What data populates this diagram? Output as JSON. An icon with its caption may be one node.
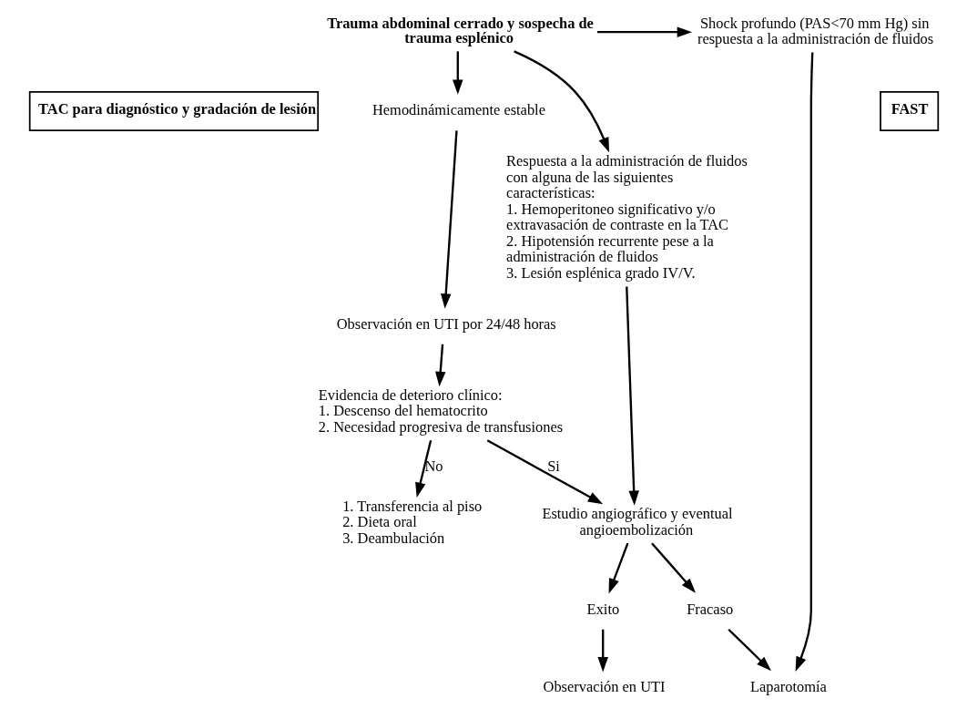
{
  "diagram": {
    "nodes": [
      {
        "text": [
          "Trauma abdominal cerrado y sospecha de trauma esplénico"
        ]
      },
      {
        "text": [
          "Shock profundo (PAS<70 mm Hg) sin respuesta a la administración de fluidos"
        ]
      },
      {
        "text": [
          "TAC para diagnóstico y gradación de lesión"
        ]
      },
      {
        "text": [
          "FAST"
        ]
      },
      {
        "text": [
          "Hemodinámicamente estable"
        ]
      },
      {
        "text": [
          "Respuesta a la administración de fluidos con alguna de las siguientes características:",
          "1. Hemoperitoneo significativo y/o extravasación de contraste en la TAC",
          "2. Hipotensión recurrente pese a la administración de fluidos",
          "3. Lesión esplénica grado IV/V."
        ]
      },
      {
        "text": [
          "Observación en UTI por 24/48 horas"
        ]
      },
      {
        "text": [
          "Evidencia de deterioro clínico:",
          "1. Descenso del hematocrito",
          "2. Necesidad progresiva de transfusiones"
        ]
      },
      {
        "text": [
          "Estudio angiográfico y eventual angioembolización"
        ]
      },
      {
        "text": [
          "1. Transferencia al piso",
          "2. Dieta oral",
          "3. Deambulación"
        ]
      },
      {
        "text": [
          "Exito"
        ]
      },
      {
        "text": [
          "Fracaso"
        ]
      },
      {
        "text": [
          "Observación en UTI"
        ]
      },
      {
        "text": [
          "Laparotomía"
        ]
      }
    ],
    "edges": [
      {
        "from": 0,
        "to": 1,
        "arrow": "to"
      },
      {
        "from": 0,
        "to": 4,
        "arrow": "to"
      },
      {
        "from": 0,
        "to": 5,
        "arrow": "to"
      },
      {
        "from": 4,
        "to": 6,
        "arrow": "to"
      },
      {
        "from": 6,
        "to": 7,
        "arrow": "to"
      },
      {
        "from": 5,
        "to": 8,
        "arrow": "to"
      },
      {
        "from": 7,
        "to": 8,
        "arrow": "to",
        "label": "Si"
      },
      {
        "from": 7,
        "to": 9,
        "arrow": "to",
        "label": "No"
      },
      {
        "from": 8,
        "to": 10,
        "arrow": "to"
      },
      {
        "from": 8,
        "to": 11,
        "arrow": "to"
      },
      {
        "from": 10,
        "to": 12,
        "arrow": "to"
      },
      {
        "from": 11,
        "to": 13,
        "arrow": "to"
      },
      {
        "from": 1,
        "to": 13,
        "arrow": "to"
      }
    ]
  }
}
